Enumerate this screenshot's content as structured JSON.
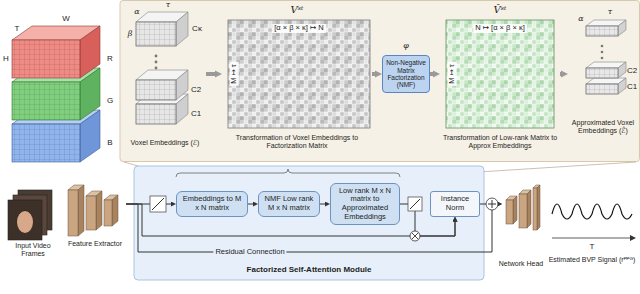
{
  "diagram": {
    "nodes": [
      {
        "text": [
          "Voxel Embeddings (ℰ)"
        ]
      },
      {
        "text": [
          "Vˢᵗ",
          "[α × β × κ] ↦ N",
          "M ↦ τ",
          "Transformation of Voxel Embeddings to Factorization Matrix"
        ]
      },
      {
        "text": [
          "Non-Negative Matrix Factorization (NMF)"
        ]
      },
      {
        "text": [
          "V̂ˢᵗ",
          "N ↦ [α × β × κ]",
          "M ↦ τ",
          "Transformation of Low-rank Matrix to Approx Embeddings"
        ]
      },
      {
        "text": [
          "Approximated Voxel Embeddings (ℰ̂)"
        ]
      },
      {
        "text": [
          "Input Video Frames"
        ]
      },
      {
        "text": [
          "Feature Extractor"
        ]
      },
      {
        "text": [
          "Factorized Self-Attention Module"
        ]
      },
      {
        "text": [
          "Embeddings to M x N matrix"
        ],
        "in": 7
      },
      {
        "text": [
          "NMF Low rank M x N matrix"
        ],
        "in": 7
      },
      {
        "text": [
          "Low rank M x N matrix to Approximated Embeddings"
        ],
        "in": 7
      },
      {
        "text": [
          "Instance Norm"
        ],
        "in": 7
      },
      {
        "text": [
          "Network Head"
        ]
      },
      {
        "text": [
          "Estimated BVP Signal (rᴾᴾᴳ)"
        ]
      }
    ],
    "edges": [
      {
        "from": 0,
        "to": 1,
        "arrow": "to"
      },
      {
        "from": 1,
        "to": 2,
        "arrow": "to"
      },
      {
        "from": 2,
        "to": 3,
        "arrow": "to"
      },
      {
        "from": 3,
        "to": 4,
        "arrow": "to"
      },
      {
        "from": 6,
        "to": 8,
        "arrow": "to"
      },
      {
        "from": 8,
        "to": 9,
        "arrow": "to"
      },
      {
        "from": 9,
        "to": 10,
        "arrow": "to"
      },
      {
        "from": 10,
        "to": 11,
        "arrow": "to"
      },
      {
        "from": 6,
        "to": 11,
        "arrow": "to"
      },
      {
        "from": 6,
        "to": 12,
        "label": "Residual Connection",
        "arrow": "to"
      },
      {
        "from": 11,
        "to": 12,
        "arrow": "to"
      }
    ],
    "labels": [
      "R",
      "G",
      "B",
      "W",
      "H",
      "T",
      "Cκ",
      "τ",
      "α",
      "β",
      "C2",
      "C1",
      "φ",
      "τ",
      "α",
      "C2",
      "C1",
      "T"
    ]
  }
}
